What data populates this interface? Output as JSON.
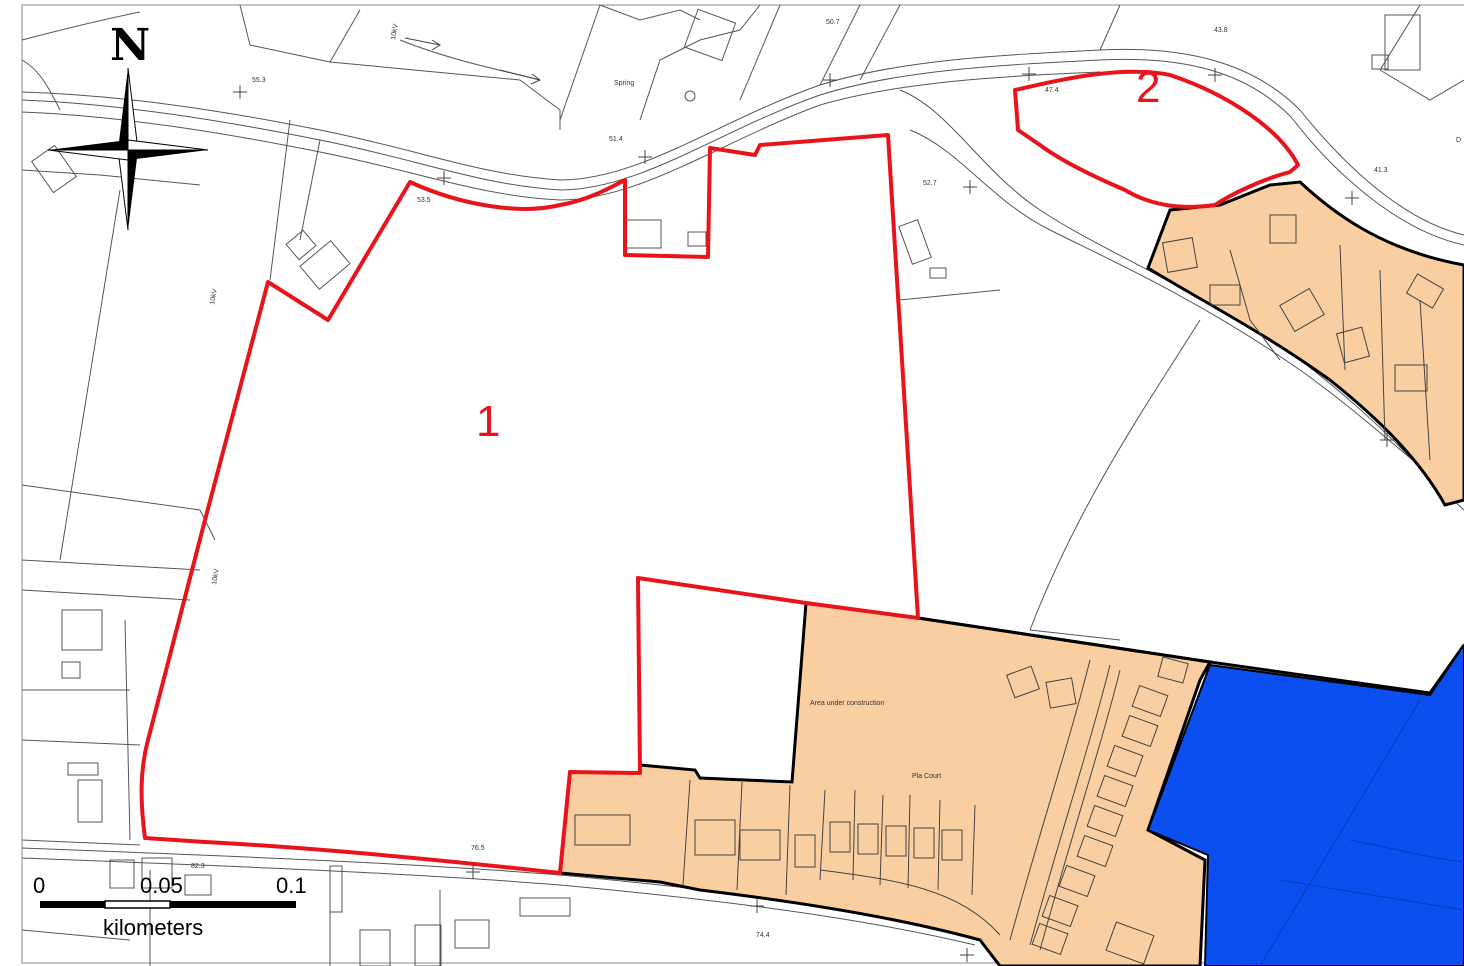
{
  "colors": {
    "site_boundary": "#e8141c",
    "developed_area": "#f9cfa1",
    "water_area": "#0b4ff0",
    "base_lines": "#555555",
    "area_outline": "#000000"
  },
  "north_arrow": {
    "label": "N",
    "icon": "compass-rose-icon"
  },
  "sites": [
    {
      "label": "1"
    },
    {
      "label": "2"
    }
  ],
  "spot_heights": [
    "50.7",
    "43.8",
    "55.3",
    "51.4",
    "53.5",
    "52.7",
    "47.4",
    "41.3",
    "82.3",
    "76.5",
    "74.4"
  ],
  "place_labels": {
    "spring": "Spring",
    "construction": "Area under construction",
    "play_court": "Pla Court",
    "edge_letter": "D"
  },
  "contour_labels": {
    "a": "10kV",
    "b": "10kV",
    "c": "10kV"
  },
  "scale_bar": {
    "ticks": [
      "0",
      "0.05",
      "0.1"
    ],
    "unit": "kilometers"
  }
}
